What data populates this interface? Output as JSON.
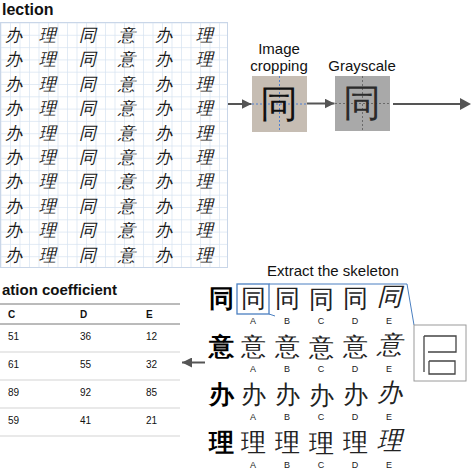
{
  "diagram": {
    "nodes": [
      {
        "text": [
          "lection"
        ]
      },
      {
        "text": [
          "Image cropping"
        ]
      },
      {
        "text": [
          "Grayscale"
        ]
      },
      {
        "text": [
          "Extract the skeleton"
        ]
      },
      {
        "text": [
          "ation coefficient"
        ]
      }
    ],
    "edges": [
      {
        "from": 0,
        "to": 1,
        "arrow": "to"
      },
      {
        "from": 1,
        "to": 2,
        "arrow": "to"
      },
      {
        "from": 3,
        "to": 4,
        "arrow": "to"
      }
    ],
    "labels": [
      "办",
      "理",
      "同",
      "意",
      "办",
      "理",
      "办",
      "理",
      "同",
      "意",
      "办",
      "理",
      "办",
      "理",
      "同",
      "意",
      "办",
      "理",
      "办",
      "理",
      "同",
      "意",
      "办",
      "理",
      "办",
      "理",
      "同",
      "意",
      "办",
      "理",
      "办",
      "理",
      "同",
      "意",
      "办",
      "理",
      "办",
      "理",
      "同",
      "意",
      "办",
      "理",
      "办",
      "理",
      "同",
      "意",
      "办",
      "理",
      "办",
      "理",
      "同",
      "意",
      "办",
      "理",
      "办",
      "理",
      "同",
      "意",
      "办",
      "理",
      "同",
      "同",
      "同",
      "同",
      "同",
      "同",
      "同",
      "同",
      "A",
      "B",
      "C",
      "D",
      "E",
      "意",
      "意",
      "意",
      "意",
      "意",
      "意",
      "A",
      "B",
      "C",
      "D",
      "E",
      "办",
      "办",
      "办",
      "办",
      "办",
      "办",
      "A",
      "B",
      "C",
      "D",
      "E",
      "理",
      "理",
      "理",
      "理",
      "理",
      "理",
      "A",
      "B",
      "C",
      "D",
      "E",
      "C",
      "D",
      "E",
      "51",
      "36",
      "12",
      "61",
      "55",
      "32",
      "89",
      "92",
      "85",
      "59",
      "41",
      "21"
    ]
  }
}
